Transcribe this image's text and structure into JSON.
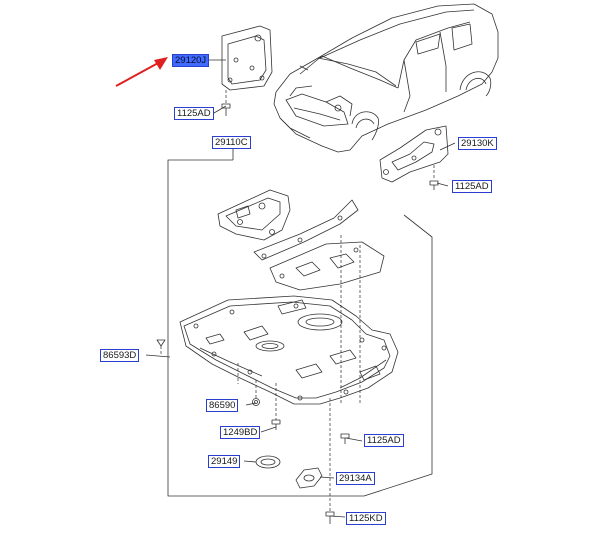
{
  "diagram": {
    "highlight_color": "#3f6bff",
    "label_border_color": "#2a3fd0",
    "arrow_color": "#e02020",
    "line_color": "#333333",
    "labels": {
      "part_29120J": "29120J",
      "bolt_1125AD_top": "1125AD",
      "part_29110C": "29110C",
      "part_29130K": "29130K",
      "bolt_1125AD_right": "1125AD",
      "part_86593D": "86593D",
      "part_86590": "86590",
      "bolt_1249BD": "1249BD",
      "bolt_1125AD_mid": "1125AD",
      "part_29149": "29149",
      "part_29134A": "29134A",
      "bolt_1125KD": "1125KD"
    }
  }
}
